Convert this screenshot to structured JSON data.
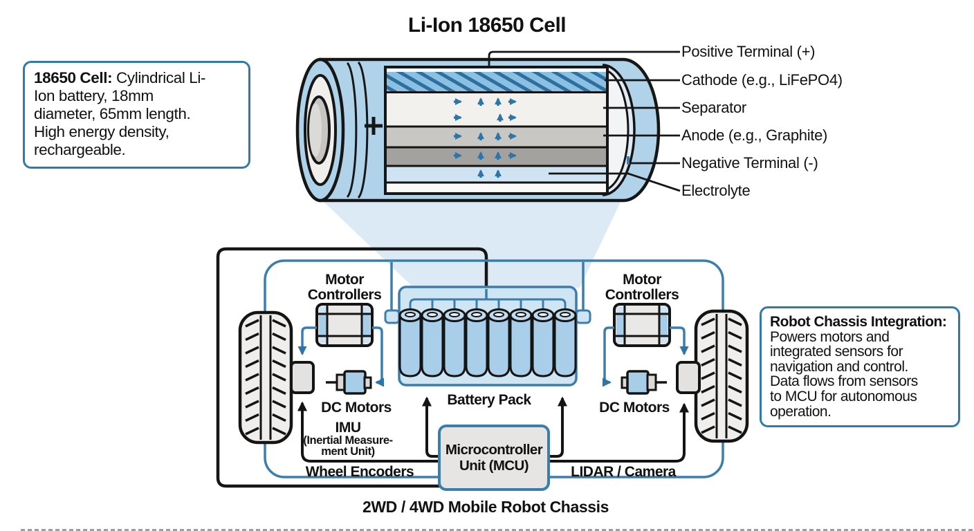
{
  "title": "Li-Ion 18650 Cell",
  "info_left": {
    "lead": "18650 Cell:",
    "line1_rest": " Cylindrical Li-",
    "lines": [
      "Ion battery, 18mm",
      "diameter, 65mm length.",
      "High energy density,",
      "rechargeable."
    ]
  },
  "info_right": {
    "lead": "Robot Chassis Integration:",
    "lines": [
      "Powers motors and",
      "integrated sensors for",
      "navigation and control.",
      "Data flows from sensors",
      "to MCU for autonomous",
      "operation."
    ]
  },
  "battery_labels": [
    "Positive Terminal (+)",
    "Cathode (e.g., LiFePO4)",
    "Separator",
    "Anode (e.g., Graphite)",
    "Negative Terminal (-)",
    "Electrolyte"
  ],
  "battery": {
    "positive_symbol": "+"
  },
  "battery_pack": {
    "cell_count": 8,
    "label": "Battery Pack"
  },
  "chassis": {
    "motor_controllers_line1": "Motor",
    "motor_controllers_line2": "Controllers",
    "dc_motors": "DC Motors",
    "imu": "IMU",
    "imu_sub1": "(Inertial Measure-",
    "imu_sub2": "ment Unit)",
    "wheel_encoders": "Wheel Encoders",
    "lidar_camera": "LIDAR / Camera",
    "mcu_line1": "Microcontroller",
    "mcu_line2": "Unit (MCU)",
    "caption": "2WD / 4WD Mobile Robot Chassis"
  },
  "colors": {
    "accent_blue": "#2e7bab",
    "line_blue": "#3b7dad",
    "cell_blue": "#a9cee9",
    "pack_blue": "#cfe5f4",
    "funnel_blue": "#dceaf6",
    "outline": "#141414"
  }
}
